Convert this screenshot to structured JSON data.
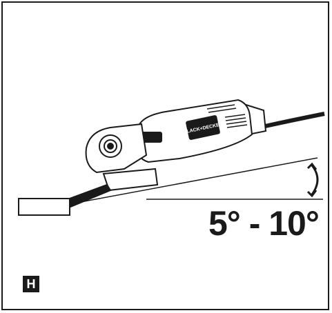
{
  "figure": {
    "label": "H",
    "angle_text": "5° - 10°",
    "brand_text": "BLACK+DECKER",
    "icons": [
      "angle-grinder-icon",
      "angle-arc-arrow-icon",
      "work-surface-icon"
    ],
    "colors": {
      "ink": "#1a1a1a",
      "background": "#ffffff"
    }
  }
}
